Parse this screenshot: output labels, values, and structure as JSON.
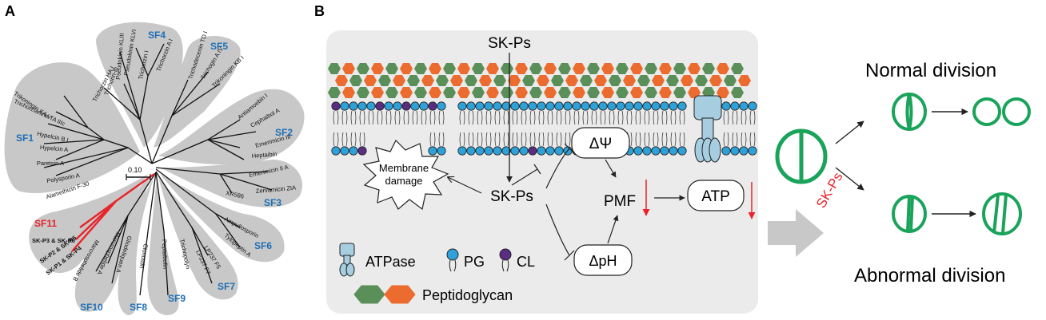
{
  "panel_a": {
    "label": "A",
    "scale_bar": "0.10",
    "superfamilies": [
      {
        "id": "SF1",
        "label": "SF1",
        "members": [
          "Trikoningin KA V",
          "Trichorzianine TA IIIc",
          "Hypelcin B I",
          "Hypelcin A",
          "Paretsin A",
          "Polysporin A",
          "Alamethicin F-30"
        ]
      },
      {
        "id": "SF2",
        "label": "SF2",
        "members": [
          "Antiamoebin I",
          "Cephaibol A",
          "Emerimicin III",
          "Heptaibin"
        ]
      },
      {
        "id": "SF3",
        "label": "SF3",
        "members": [
          "Emerimicin II A",
          "Zervamicin ZIA",
          "XR586"
        ]
      },
      {
        "id": "SF4",
        "label": "SF4",
        "members": [
          "Pseudokinin KLVI",
          "Pseudokinin KLIII",
          "Trichorzin I",
          "Trichorzin A I",
          "Trichorzin HA I",
          "Trichorin-lb"
        ]
      },
      {
        "id": "SF5",
        "label": "SF5",
        "members": [
          "Trichodecenin TD I",
          "Trichogin A IV",
          "Trikoningin KB I"
        ]
      },
      {
        "id": "SF6",
        "label": "SF6",
        "members": [
          "Ampullosporin",
          "Tylopeptin A"
        ]
      },
      {
        "id": "SF7",
        "label": "SF7",
        "members": [
          "LP237 F5",
          "LP237 F7"
        ]
      },
      {
        "id": "SF8",
        "label": "SF8",
        "members": [
          "Clonostin"
        ]
      },
      {
        "id": "SF9",
        "label": "SF9",
        "members": [
          "Peptaibolin",
          "Trichopolyn"
        ]
      },
      {
        "id": "SF10",
        "label": "SF10",
        "members": [
          "Marcrosphelide A",
          "Gliodeliquen A",
          "Marcrosphelide B"
        ]
      },
      {
        "id": "SF11",
        "label": "SF11",
        "members": [
          "SK-P3 & SK-P6",
          "SK-P2 & SK-P5",
          "SK-P1 & SK-P4"
        ]
      }
    ]
  },
  "panel_b": {
    "label": "B",
    "sk_ps_top": "SK-Ps",
    "sk_ps_center": "SK-Ps",
    "membrane_damage": [
      "Membrane",
      "damage"
    ],
    "delta_psi": "ΔΨ",
    "delta_ph": "ΔpH",
    "pmf": "PMF",
    "atp": "ATP",
    "legend": {
      "atpase": "ATPase",
      "pg": "PG",
      "cl": "CL",
      "peptidoglycan": "Peptidoglycan"
    },
    "normal_division": "Normal division",
    "abnormal_division": "Abnormal division",
    "sk_ps_arrow": "SK-Ps"
  },
  "colors": {
    "sf_label": "#1f6fb5",
    "sf11_label": "#e8242a",
    "bubble_fill": "#c8c8c8",
    "panel_bg": "#ebebeb",
    "peptidoglycan_green": "#5a8f5a",
    "peptidoglycan_orange": "#ec6b2f",
    "pg_blue": "#2ea2d8",
    "cl_purple": "#5a2d82",
    "cell_green": "#1aa35a",
    "decrease_red": "#e8242a",
    "atpase_blue": "#a6cde0",
    "big_arrow": "#c8c8c8"
  }
}
